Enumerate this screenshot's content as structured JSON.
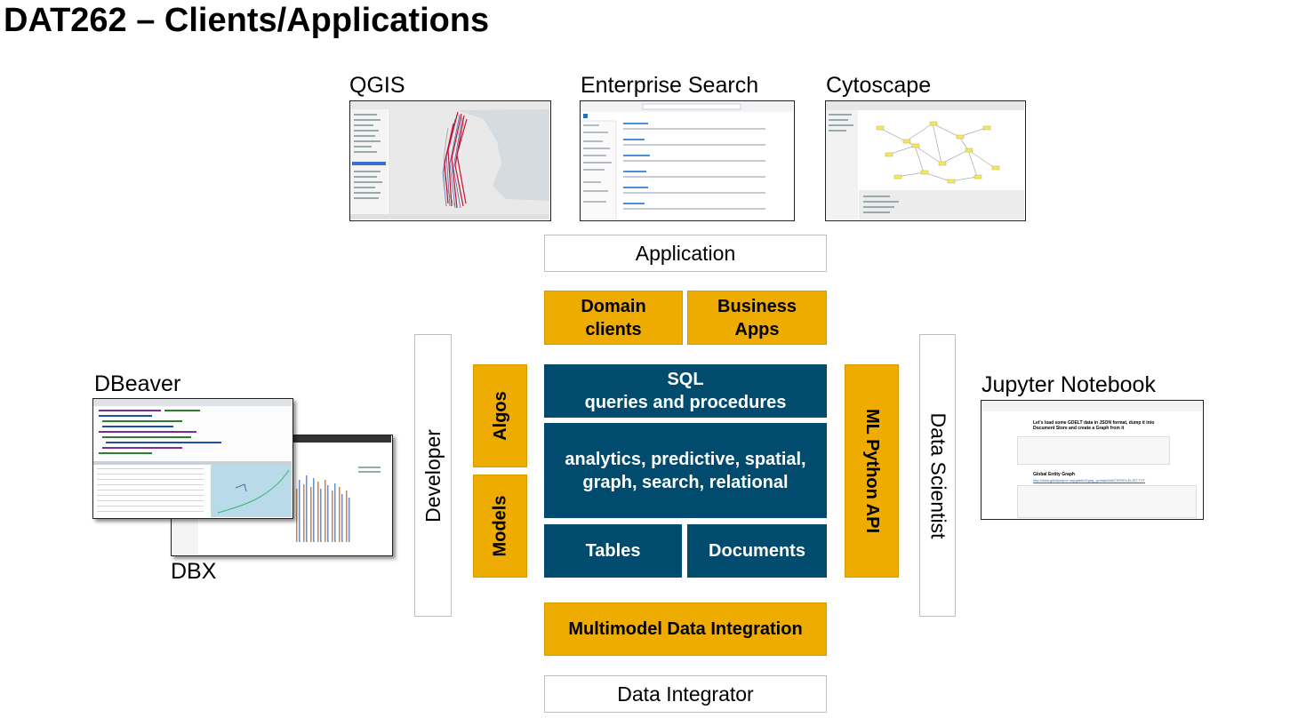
{
  "title": "DAT262 – Clients/Applications",
  "clients": {
    "qgis": "QGIS",
    "enterprise_search": "Enterprise Search",
    "cytoscape": "Cytoscape",
    "dbeaver": "DBeaver",
    "dbx": "DBX",
    "jupyter": "Jupyter Notebook"
  },
  "jupyter_snippets": {
    "heading": "Let's load some GDELT data in JSON format, dump it into Document Store and create a Graph from it",
    "graph_title": "Global Entity Graph",
    "graph_link": "http://data.gdeltproject.org/gdeltv3/geg_gcnlapi/MASTERFILELIST.TXT"
  },
  "roles": {
    "application": "Application",
    "developer": "Developer",
    "data_scientist": "Data Scientist",
    "data_integrator": "Data Integrator"
  },
  "blocks": {
    "domain_clients": "Domain clients",
    "business_apps": "Business Apps",
    "algos": "Algos",
    "models": "Models",
    "sql_line1": "SQL",
    "sql_line2": "queries and procedures",
    "analytics_line1": "analytics, predictive, spatial,",
    "analytics_line2": "graph, search, relational",
    "tables": "Tables",
    "documents": "Documents",
    "ml_python_api": "ML Python API",
    "multimodel": "Multimodel Data Integration"
  },
  "colors": {
    "gold": "#eeab00",
    "blue": "#004b6e",
    "outline": "#bfbfbf"
  }
}
